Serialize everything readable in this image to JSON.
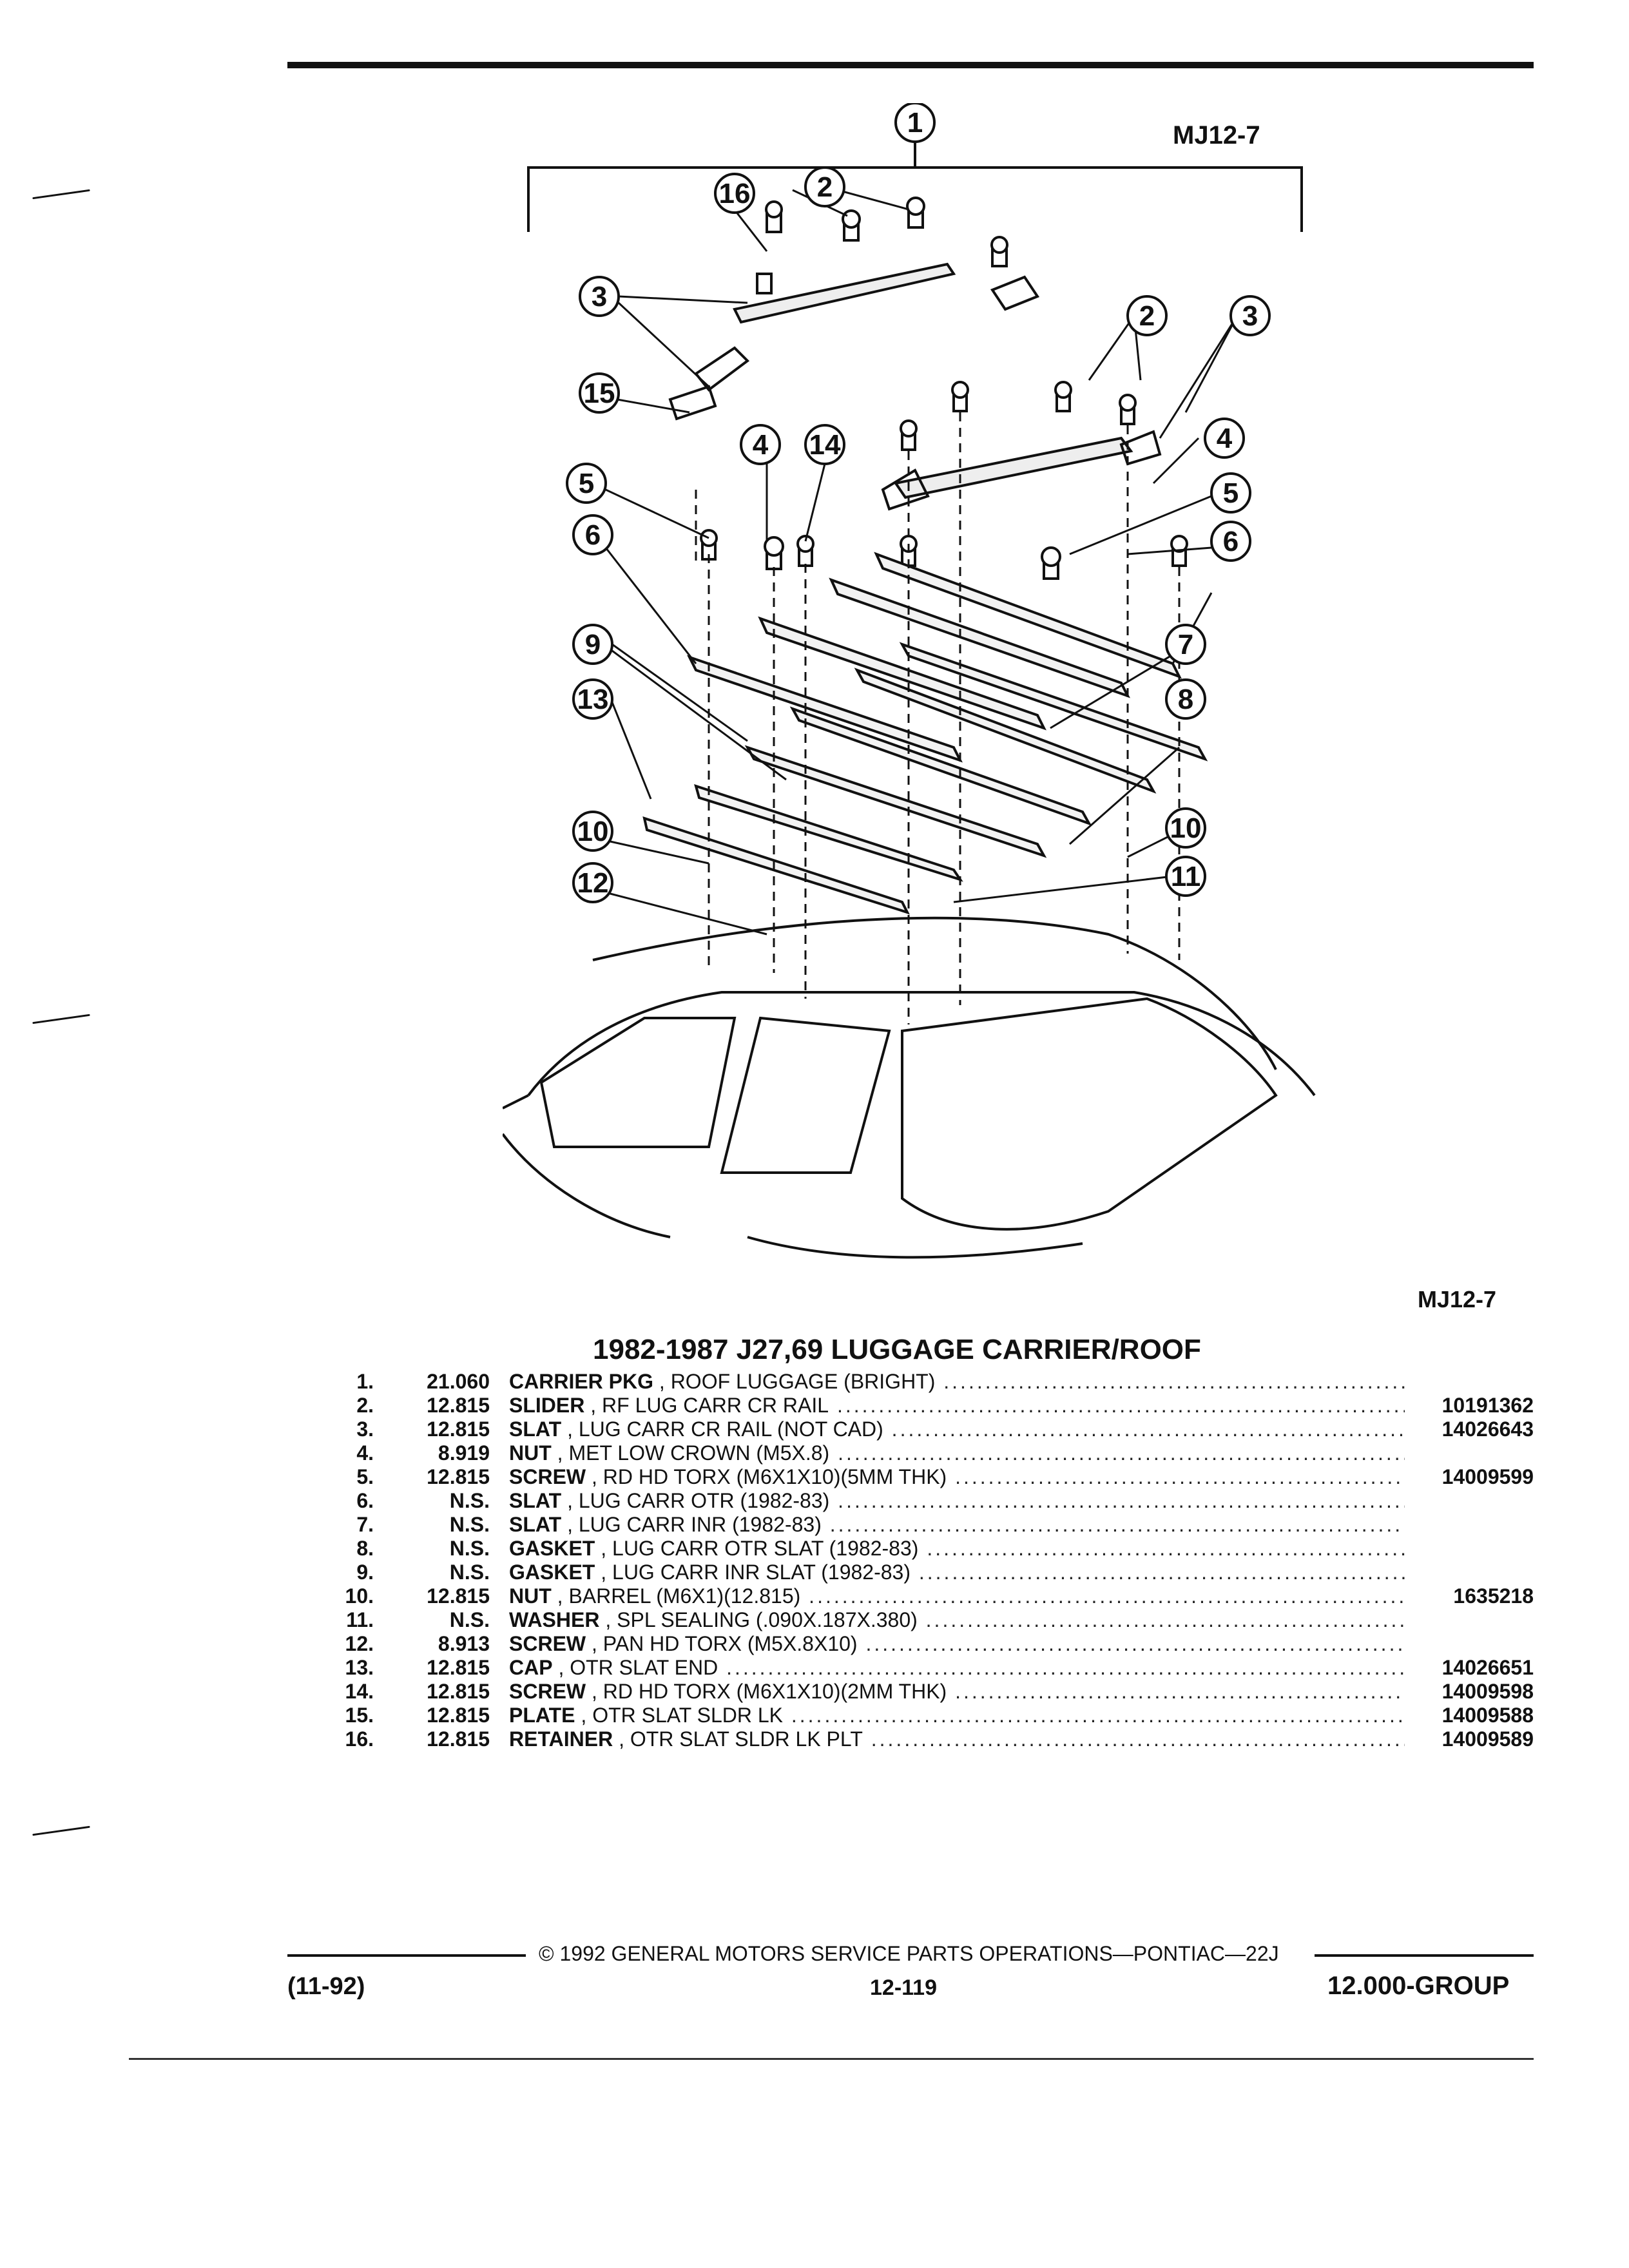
{
  "figure_label": "MJ12-7",
  "section_title": "1982-1987 J27,69 LUGGAGE CARRIER/ROOF",
  "callouts": [
    "1",
    "2",
    "3",
    "4",
    "5",
    "6",
    "7",
    "8",
    "9",
    "10",
    "11",
    "12",
    "13",
    "14",
    "15",
    "16"
  ],
  "parts": [
    {
      "num": "1.",
      "group": "21.060",
      "name": "CARRIER PKG",
      "desc": ", ROOF LUGGAGE (BRIGHT)",
      "part": ""
    },
    {
      "num": "2.",
      "group": "12.815",
      "name": "SLIDER",
      "desc": ", RF LUG CARR CR RAIL",
      "part": "10191362"
    },
    {
      "num": "3.",
      "group": "12.815",
      "name": "SLAT",
      "desc": ", LUG CARR CR RAIL (NOT CAD)",
      "part": "14026643"
    },
    {
      "num": "4.",
      "group": "8.919",
      "name": "NUT",
      "desc": ", MET LOW CROWN (M5X.8)",
      "part": ""
    },
    {
      "num": "5.",
      "group": "12.815",
      "name": "SCREW",
      "desc": ", RD HD TORX (M6X1X10)(5MM THK)",
      "part": "14009599"
    },
    {
      "num": "6.",
      "group": "N.S.",
      "name": "SLAT",
      "desc": ", LUG CARR OTR (1982-83)",
      "part": ""
    },
    {
      "num": "7.",
      "group": "N.S.",
      "name": "SLAT",
      "desc": ", LUG CARR INR (1982-83)",
      "part": ""
    },
    {
      "num": "8.",
      "group": "N.S.",
      "name": "GASKET",
      "desc": ", LUG CARR OTR SLAT (1982-83)",
      "part": ""
    },
    {
      "num": "9.",
      "group": "N.S.",
      "name": "GASKET",
      "desc": ", LUG CARR INR SLAT (1982-83)",
      "part": ""
    },
    {
      "num": "10.",
      "group": "12.815",
      "name": "NUT",
      "desc": ", BARREL (M6X1)(12.815)",
      "part": "1635218"
    },
    {
      "num": "11.",
      "group": "N.S.",
      "name": "WASHER",
      "desc": ", SPL SEALING (.090X.187X.380)",
      "part": ""
    },
    {
      "num": "12.",
      "group": "8.913",
      "name": "SCREW",
      "desc": ", PAN HD TORX (M5X.8X10)",
      "part": ""
    },
    {
      "num": "13.",
      "group": "12.815",
      "name": "CAP",
      "desc": ", OTR SLAT END",
      "part": "14026651"
    },
    {
      "num": "14.",
      "group": "12.815",
      "name": "SCREW",
      "desc": ", RD HD TORX (M6X1X10)(2MM THK)",
      "part": "14009598"
    },
    {
      "num": "15.",
      "group": "12.815",
      "name": "PLATE",
      "desc": ", OTR SLAT SLDR LK",
      "part": "14009588"
    },
    {
      "num": "16.",
      "group": "12.815",
      "name": "RETAINER",
      "desc": ", OTR SLAT SLDR LK PLT",
      "part": "14009589"
    }
  ],
  "footer": {
    "copyright": "© 1992 GENERAL MOTORS SERVICE PARTS OPERATIONS—PONTIAC—22J",
    "date_code": "(11-92)",
    "page_number": "12-119",
    "group": "12.000-GROUP"
  }
}
